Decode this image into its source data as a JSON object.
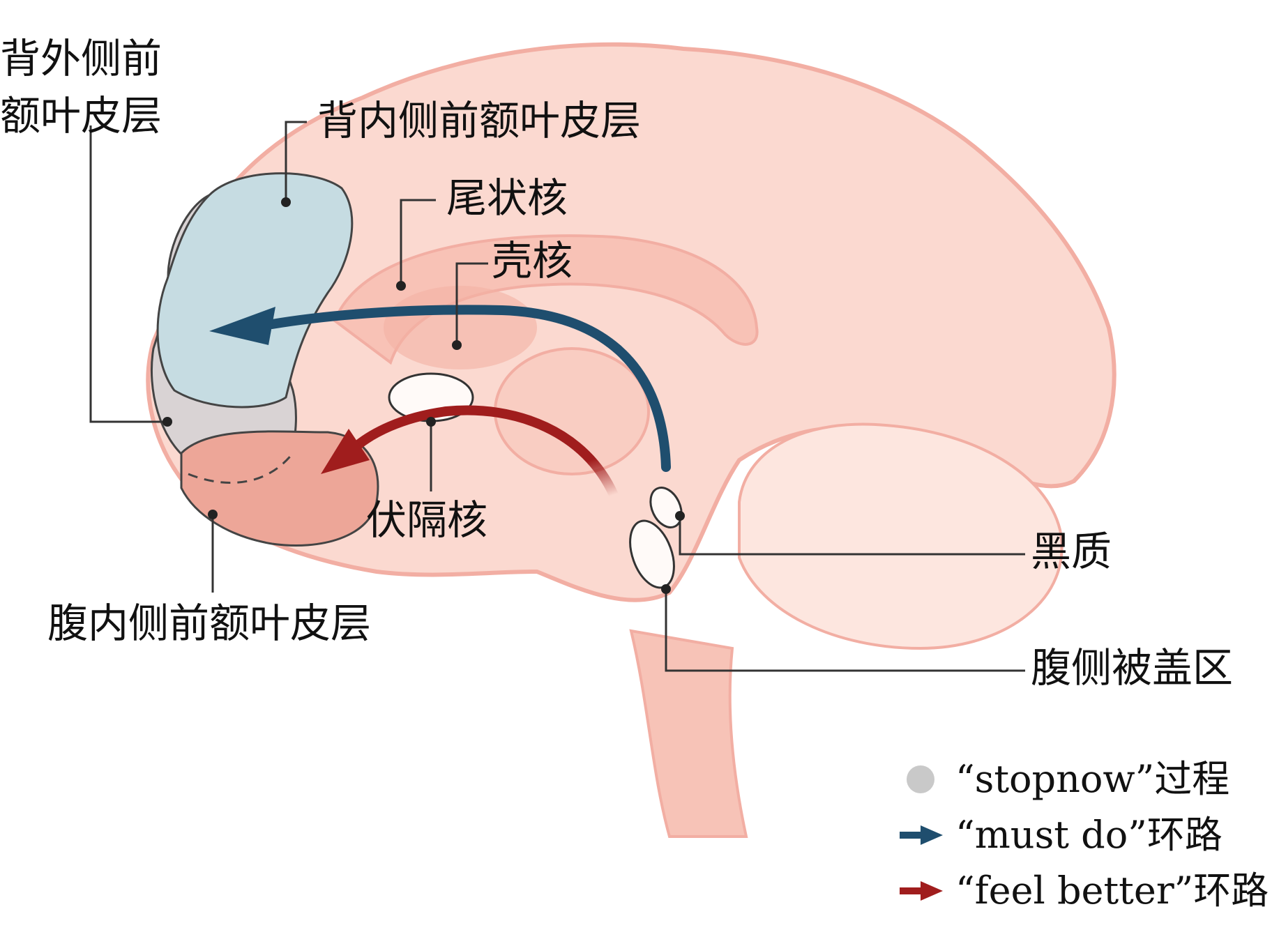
{
  "labels": {
    "dlpfc_line1": "背外侧前",
    "dlpfc_line2": "额叶皮层",
    "dmpfc": "背内侧前额叶皮层",
    "caudate": "尾状核",
    "putamen": "壳核",
    "nacc": "伏隔核",
    "vmpfc": "腹内侧前额叶皮层",
    "sn": "黑质",
    "vta": "腹侧被盖区"
  },
  "legend": [
    {
      "icon": "gray-dot",
      "text": "“stopnow”过程"
    },
    {
      "icon": "blue-arrow",
      "text": "“must do”环路"
    },
    {
      "icon": "red-arrow",
      "text": "“feel better”环路"
    }
  ],
  "colors": {
    "brain_fill": "#fbd9d0",
    "brain_outline": "#f2aea3",
    "dmpfc_fill": "#c6dce2",
    "dlpfc_fill": "#d9d3d4",
    "vmpfc_fill": "#eda698",
    "must_do_arrow": "#1f4e6e",
    "feel_better_arrow": "#a01d1d",
    "stopnow_dot": "#c9c9c9"
  }
}
